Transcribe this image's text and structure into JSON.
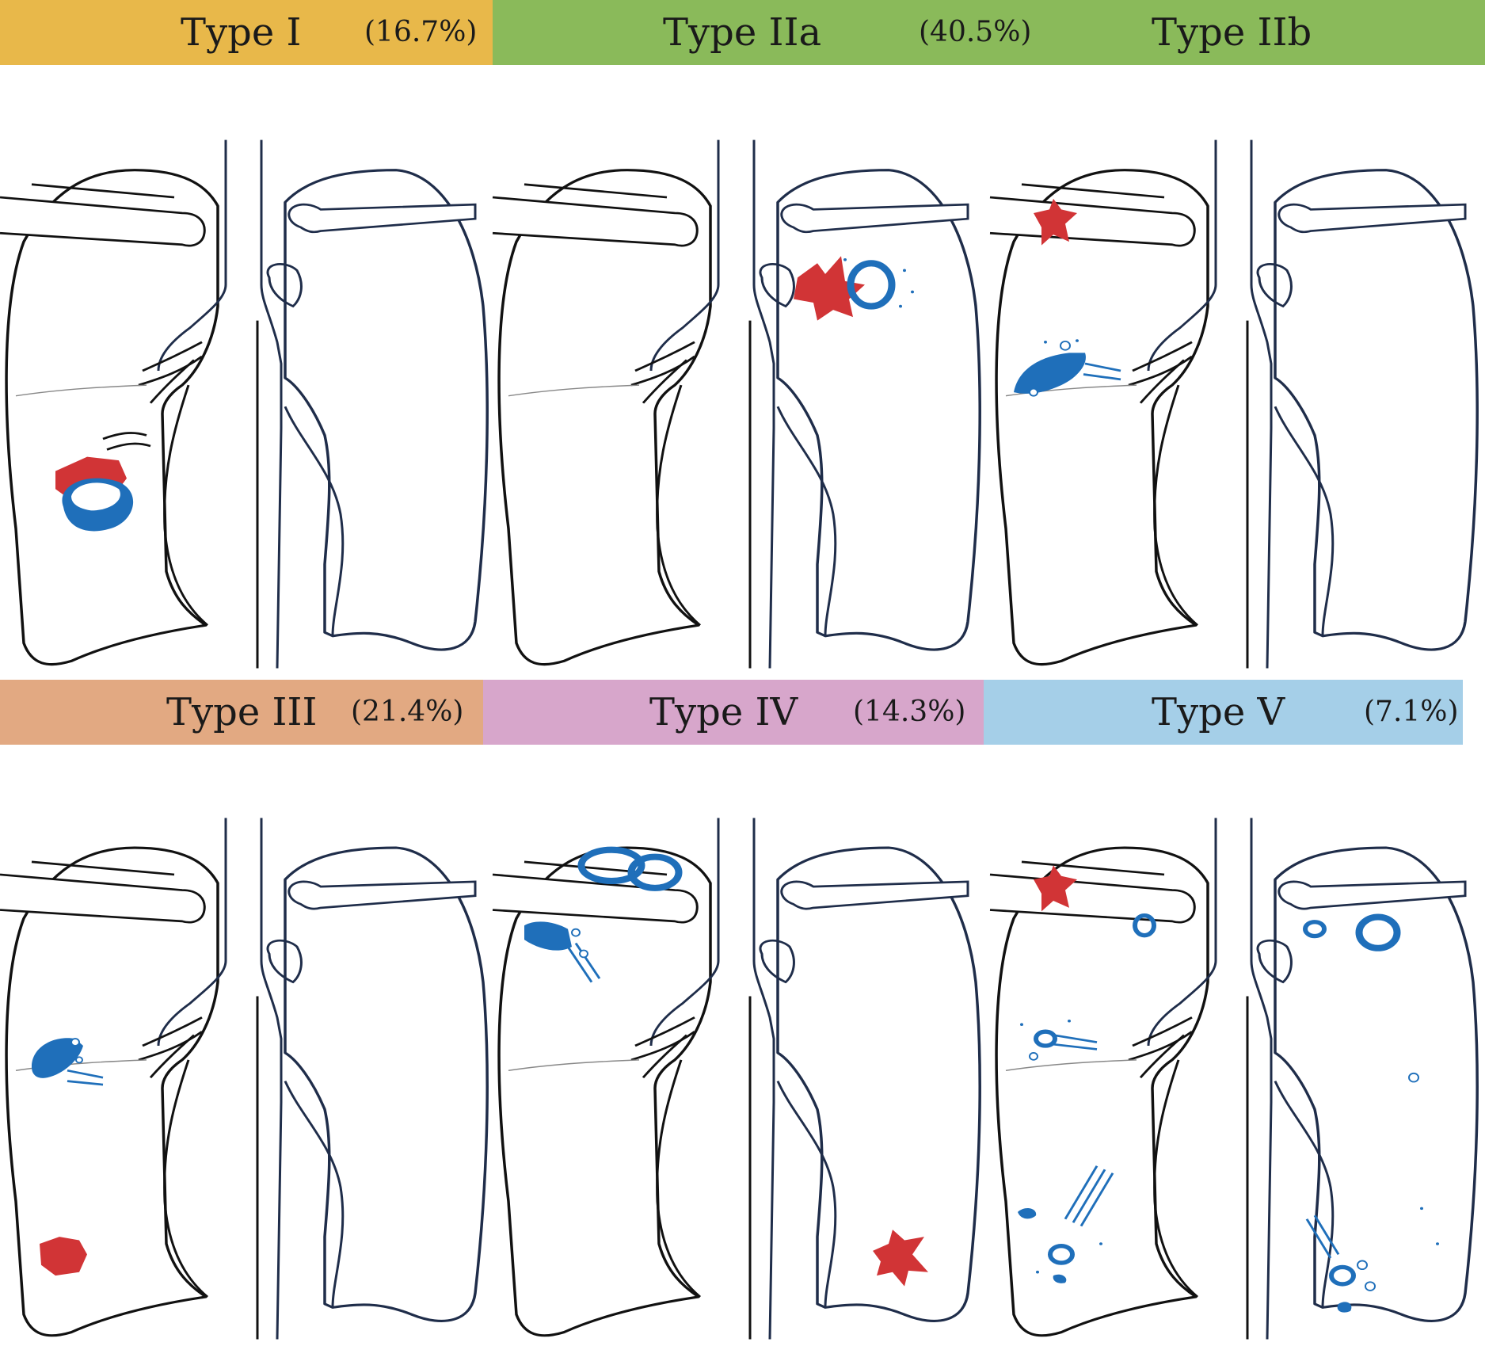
{
  "headers": {
    "type_i": {
      "label": "Type I",
      "pct": "(16.7%)",
      "color": "#e8b84a"
    },
    "type_iia": {
      "label": "Type IIa",
      "pct": "(40.5%)",
      "color": "#8aba5a"
    },
    "type_iib": {
      "label": "Type IIb",
      "color": "#8aba5a"
    },
    "type_iii": {
      "label": "Type III",
      "pct": "(21.4%)",
      "color": "#e2a982"
    },
    "type_iv": {
      "label": "Type IV",
      "pct": "(14.3%)",
      "color": "#d7a6cb"
    },
    "type_v": {
      "label": "Type V",
      "pct": "(7.1%)",
      "color": "#a5cfe8"
    }
  },
  "colors": {
    "red_lesion": "#d13436",
    "blue_lesion": "#1f6fba",
    "right_lung_outline": "#111111",
    "left_lung_outline": "#1f2d4a"
  }
}
